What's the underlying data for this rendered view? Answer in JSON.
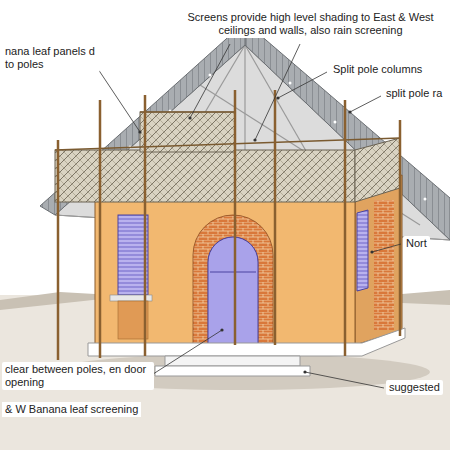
{
  "diagram": {
    "caption": "& W Banana leaf screening",
    "labels": [
      "Screens provide high level shading to East & West ceilings and walls, also rain screening",
      "nana leaf panels d to poles",
      "Split pole columns",
      "split pole ra",
      "Nort",
      "clear between poles, en door opening",
      "suggested"
    ]
  }
}
